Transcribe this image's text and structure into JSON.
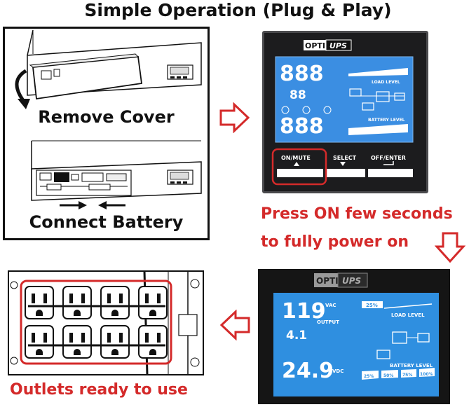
{
  "title": "Simple Operation (Plug & Play)",
  "step_remove": "Remove Cover",
  "step_connect": "Connect Battery",
  "step_press_line1": "Press ON few seconds",
  "step_press_line2": "to fully power on",
  "step_outlets": "Outlets ready to use",
  "logo_opti": "OPTI",
  "logo_ups": "UPS",
  "lcd1": {
    "digits_top": "888",
    "digits_mid": "88",
    "digits_bot": "888",
    "load_level": "LOAD LEVEL",
    "battery_level": "BATTERY LEVEL",
    "btn_on_mute": "ON/MUTE",
    "btn_select": "SELECT",
    "btn_off_enter": "OFF/ENTER"
  },
  "lcd2": {
    "input_voltage": "119",
    "input_unit": "VAC",
    "output_label": "OUTPUT",
    "mid_value": "4.1",
    "output_voltage": "24.9",
    "output_unit": "VDC",
    "load_level": "LOAD LEVEL",
    "battery_level": "BATTERY LEVEL",
    "load_pct": "25%",
    "battery_segments": [
      "25%",
      "50%",
      "75%",
      "100%"
    ]
  },
  "colors": {
    "accent_red": "#d42a2a",
    "lcd_blue": "#2f8fe0"
  }
}
